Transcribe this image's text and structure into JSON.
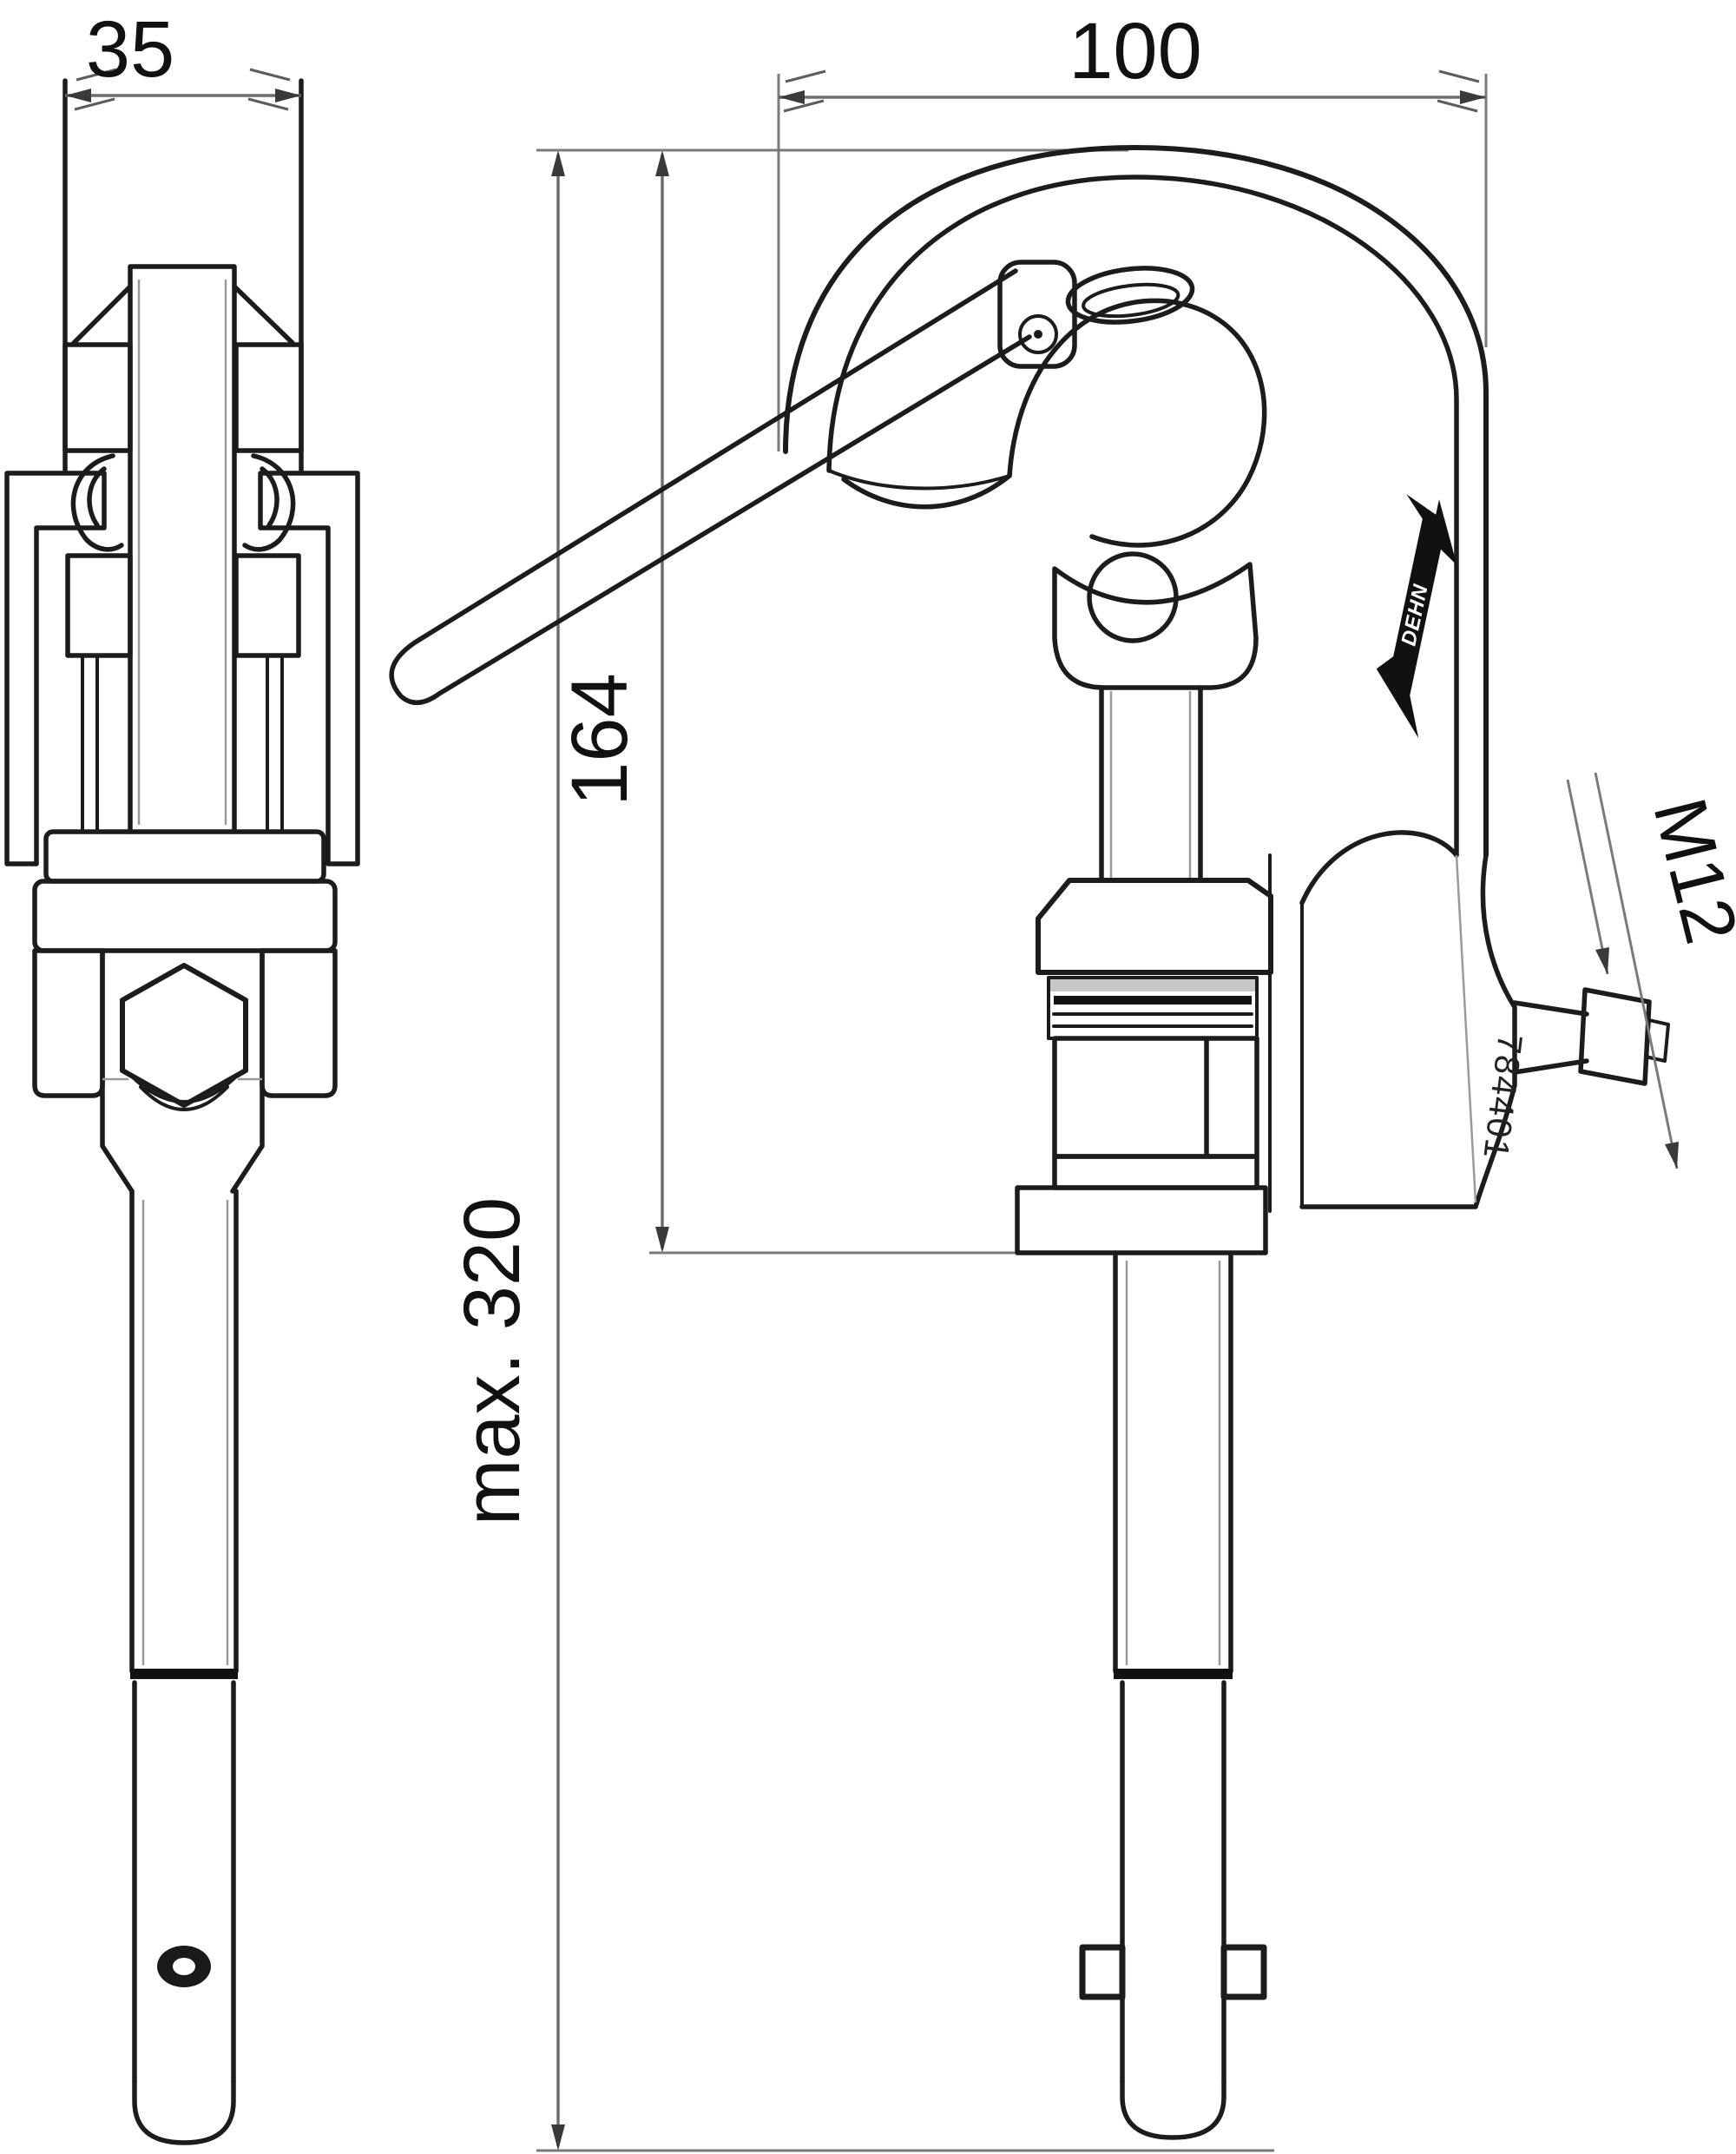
{
  "drawing": {
    "background": "#ffffff",
    "outline_color": "#1c1c1c",
    "dimension_line_color": "#6e6e6e",
    "dimensions": {
      "side_width": "35",
      "front_width": "100",
      "clamp_height": "164",
      "total_height": "max. 320",
      "screw_thread": "M12"
    },
    "part_number": "784401",
    "brand": "DEHN",
    "icons": {
      "dehn_flash_logo": "lightning-bolt"
    }
  }
}
